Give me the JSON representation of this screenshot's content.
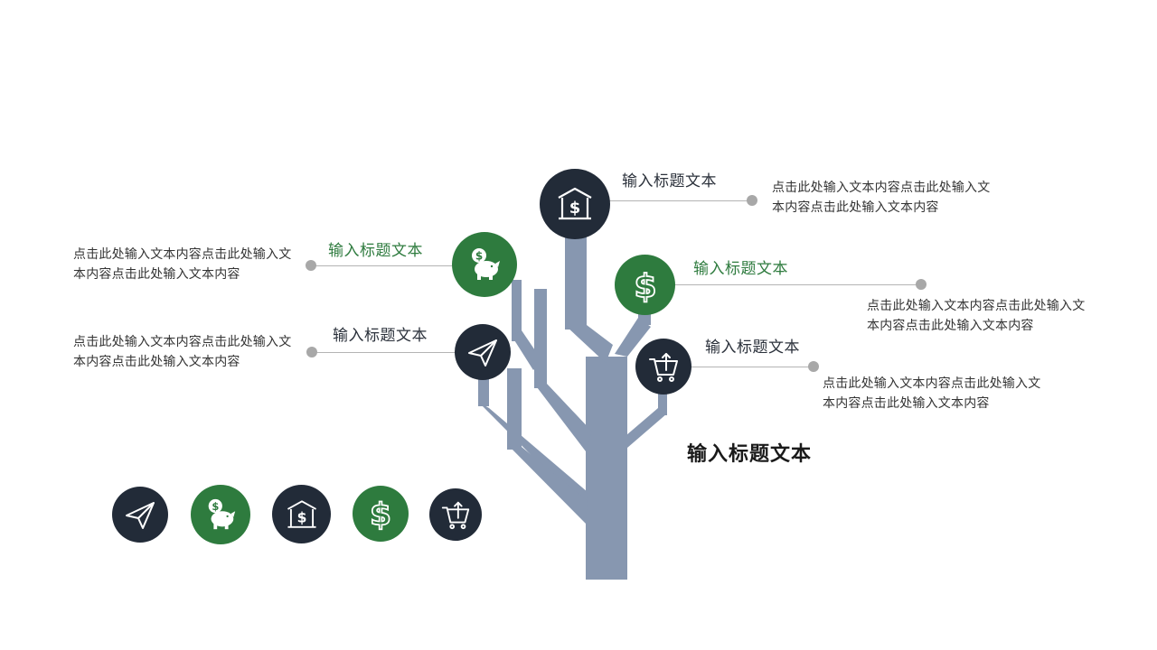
{
  "colors": {
    "navy": "#222b38",
    "green": "#2e7b3e",
    "tree": "#8797b0",
    "connector": "#b4b4b4"
  },
  "main_title": "输入标题文本",
  "items": [
    {
      "icon": "bank-icon",
      "title": "输入标题文本",
      "text": "点击此处输入文本内容点击此处输入文本内容点击此处输入文本内容"
    },
    {
      "icon": "piggy-bank-icon",
      "title": "输入标题文本",
      "text": "点击此处输入文本内容点击此处输入文本内容点击此处输入文本内容"
    },
    {
      "icon": "dollar-icon",
      "title": "输入标题文本",
      "text": "点击此处输入文本内容点击此处输入文本内容点击此处输入文本内容"
    },
    {
      "icon": "paper-plane-icon",
      "title": "输入标题文本",
      "text": "点击此处输入文本内容点击此处输入文本内容点击此处输入文本内容"
    },
    {
      "icon": "cart-icon",
      "title": "输入标题文本",
      "text": "点击此处输入文本内容点击此处输入文本内容点击此处输入文本内容"
    }
  ],
  "icon_row": [
    "paper-plane-icon",
    "piggy-bank-icon",
    "bank-icon",
    "dollar-icon",
    "cart-icon"
  ]
}
